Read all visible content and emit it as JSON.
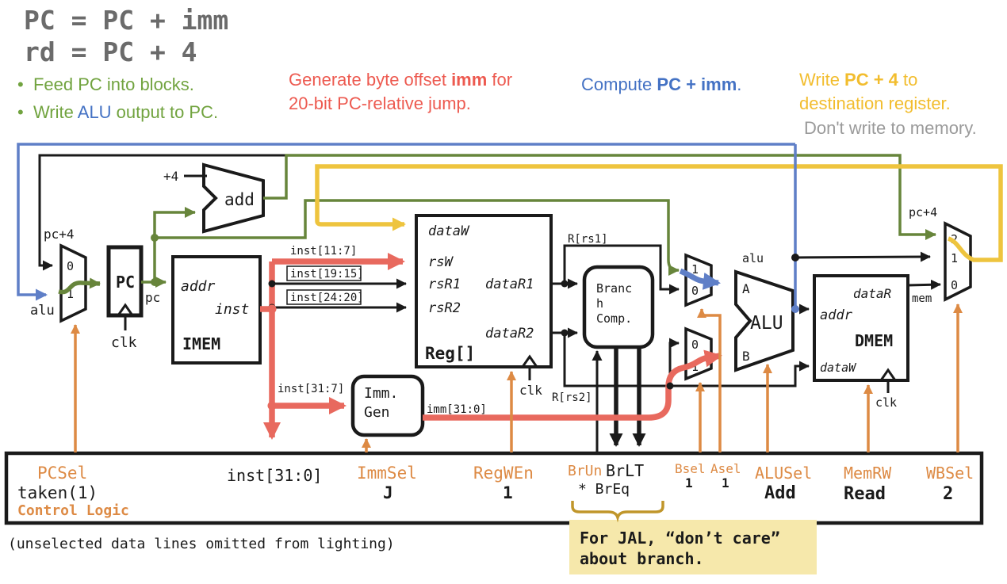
{
  "header": {
    "code_line1": "PC = PC + imm",
    "code_line2": "rd = PC + 4",
    "bullet_symbol": "•",
    "bullet1": "Feed PC into blocks.",
    "bullet2_pre": "Write ",
    "bullet2_alu": "ALU",
    "bullet2_post": " output to PC.",
    "red_note_pre": "Generate byte offset ",
    "red_note_bold": "imm",
    "red_note_post": " for",
    "red_note_line2": "20-bit PC-relative jump.",
    "blue_note_pre": "Compute ",
    "blue_note_bold": "PC + imm",
    "blue_note_post": ".",
    "yellow_note_pre": "Write ",
    "yellow_note_bold": "PC + 4",
    "yellow_note_post": " to",
    "yellow_note_line2": "destination register.",
    "gray_note": "Don't write to memory."
  },
  "blocks": {
    "pc": "PC",
    "imem": "IMEM",
    "imem_addr": "addr",
    "imem_inst": "inst",
    "add": "add",
    "plus4": "+4",
    "reg": "Reg[]",
    "reg_dataW": "dataW",
    "reg_rsW": "rsW",
    "reg_rsR1": "rsR1",
    "reg_rsR2": "rsR2",
    "reg_dataR1": "dataR1",
    "reg_dataR2": "dataR2",
    "immgen_line1": "Imm.",
    "immgen_line2": "Gen",
    "branch_line1": "Branc",
    "branch_line2": "h",
    "branch_line3": "Comp.",
    "alu": "ALU",
    "alu_a": "A",
    "alu_b": "B",
    "dmem": "DMEM",
    "dmem_dataR": "dataR",
    "dmem_addr": "addr",
    "dmem_dataW": "dataW",
    "clk": "clk"
  },
  "wires": {
    "pc_plus4_left": "pc+4",
    "alu_left": "alu",
    "pc_out": "pc",
    "inst_11_7": "inst[11:7]",
    "inst_19_15": "inst[19:15]",
    "inst_24_20": "inst[24:20]",
    "inst_31_7": "inst[31:7]",
    "imm_31_0": "imm[31:0]",
    "r_rs1": "R[rs1]",
    "r_rs2": "R[rs2]",
    "alu_tap": "alu",
    "mem": "mem",
    "pc_plus4_right": "pc+4",
    "mux0": "0",
    "mux1": "1",
    "mux2": "2"
  },
  "control": {
    "pcsel_label": "PCSel",
    "pcsel_value": "taken(1)",
    "logic_label": "Control Logic",
    "inst_bus": "inst[31:0]",
    "immsel_label": "ImmSel",
    "immsel_value": "J",
    "regwen_label": "RegWEn",
    "regwen_value": "1",
    "brun_label": "BrUn",
    "brlt_label": "BrLT",
    "breq_label": "* BrEq",
    "bsel_label": "Bsel",
    "bsel_value": "1",
    "asel_label": "Asel",
    "asel_value": "1",
    "alusel_label": "ALUSel",
    "alusel_value": "Add",
    "memrw_label": "MemRW",
    "memrw_value": "Read",
    "wbsel_label": "WBSel",
    "wbsel_value": "2"
  },
  "note": {
    "line1": "For JAL, “don’t care”",
    "line2": "about branch."
  },
  "footer": {
    "caption": "(unselected data lines omitted from lighting)"
  },
  "colors": {
    "green": "#67853b",
    "blue": "#5f7fc7",
    "yellow": "#eec43e",
    "red": "#e8695e",
    "orange": "#dd8a44",
    "black": "#1a1a1a",
    "text_green": "#71a33f",
    "text_blue": "#4472c4",
    "text_red": "#ed5a50",
    "text_yellow": "#f2bd2e",
    "text_gray": "#9a9a9a",
    "title_gray": "#6b6b6b",
    "value_red": "#e05252",
    "value_brown": "#ad5f1c",
    "value_purple": "#9a6fd6",
    "value_gold": "#eab31c",
    "note_bg": "#f6e8ab",
    "brace": "#c0962b"
  }
}
